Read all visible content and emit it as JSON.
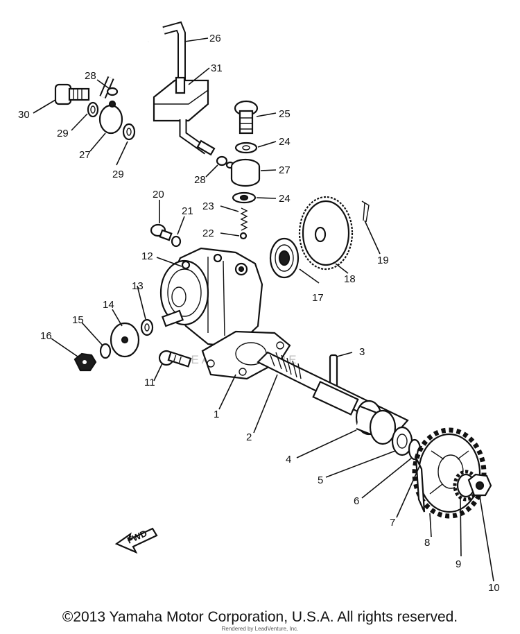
{
  "diagram": {
    "callouts": [
      "1",
      "2",
      "3",
      "4",
      "5",
      "6",
      "7",
      "8",
      "9",
      "10",
      "11",
      "12",
      "13",
      "14",
      "15",
      "16",
      "17",
      "18",
      "19",
      "20",
      "21",
      "22",
      "23",
      "24",
      "24",
      "25",
      "26",
      "27",
      "27",
      "28",
      "28",
      "29",
      "29",
      "30",
      "31"
    ],
    "direction_label": "FWD",
    "watermark": "LEADVENTURE"
  },
  "footer": {
    "copyright": "©2013 Yamaha Motor Corporation, U.S.A. All rights reserved.",
    "rendered_by": "Rendered by LeadVenture, Inc."
  }
}
